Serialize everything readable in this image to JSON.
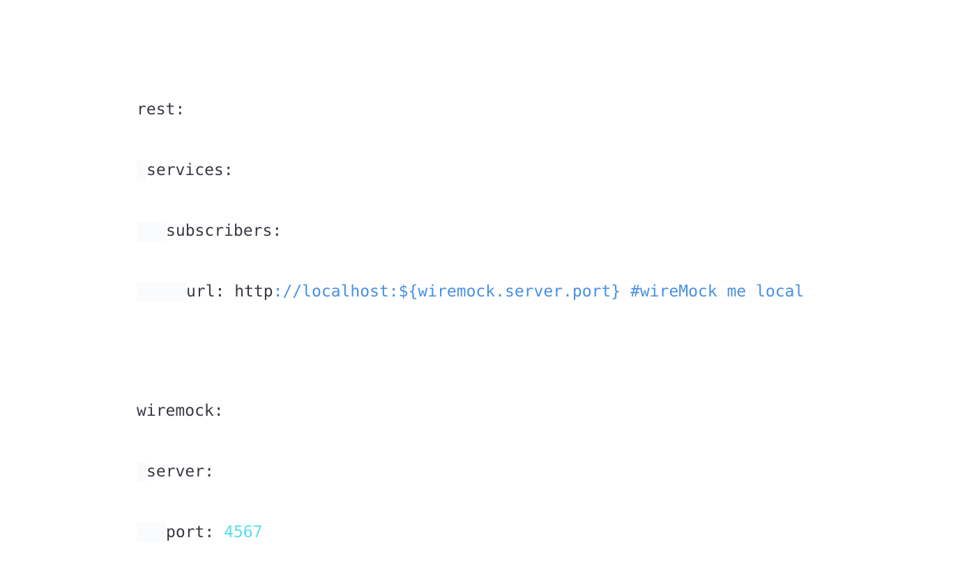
{
  "code": {
    "lines": [
      {
        "key": "rest:"
      },
      {
        "key": "services:"
      },
      {
        "key": "subscribers:"
      },
      {
        "key": "url:",
        "value_prefix": "http",
        "value_rest": "://localhost:${wiremock.server.port} #wireMock me local"
      },
      {
        "key": "wiremock:"
      },
      {
        "key": "server:"
      },
      {
        "key": "port:",
        "value": "4567"
      }
    ]
  },
  "colors": {
    "text": "#383a42",
    "string": "#4a90e2",
    "number": "#5ae1e8",
    "indent_guide": "#fafbfc"
  }
}
